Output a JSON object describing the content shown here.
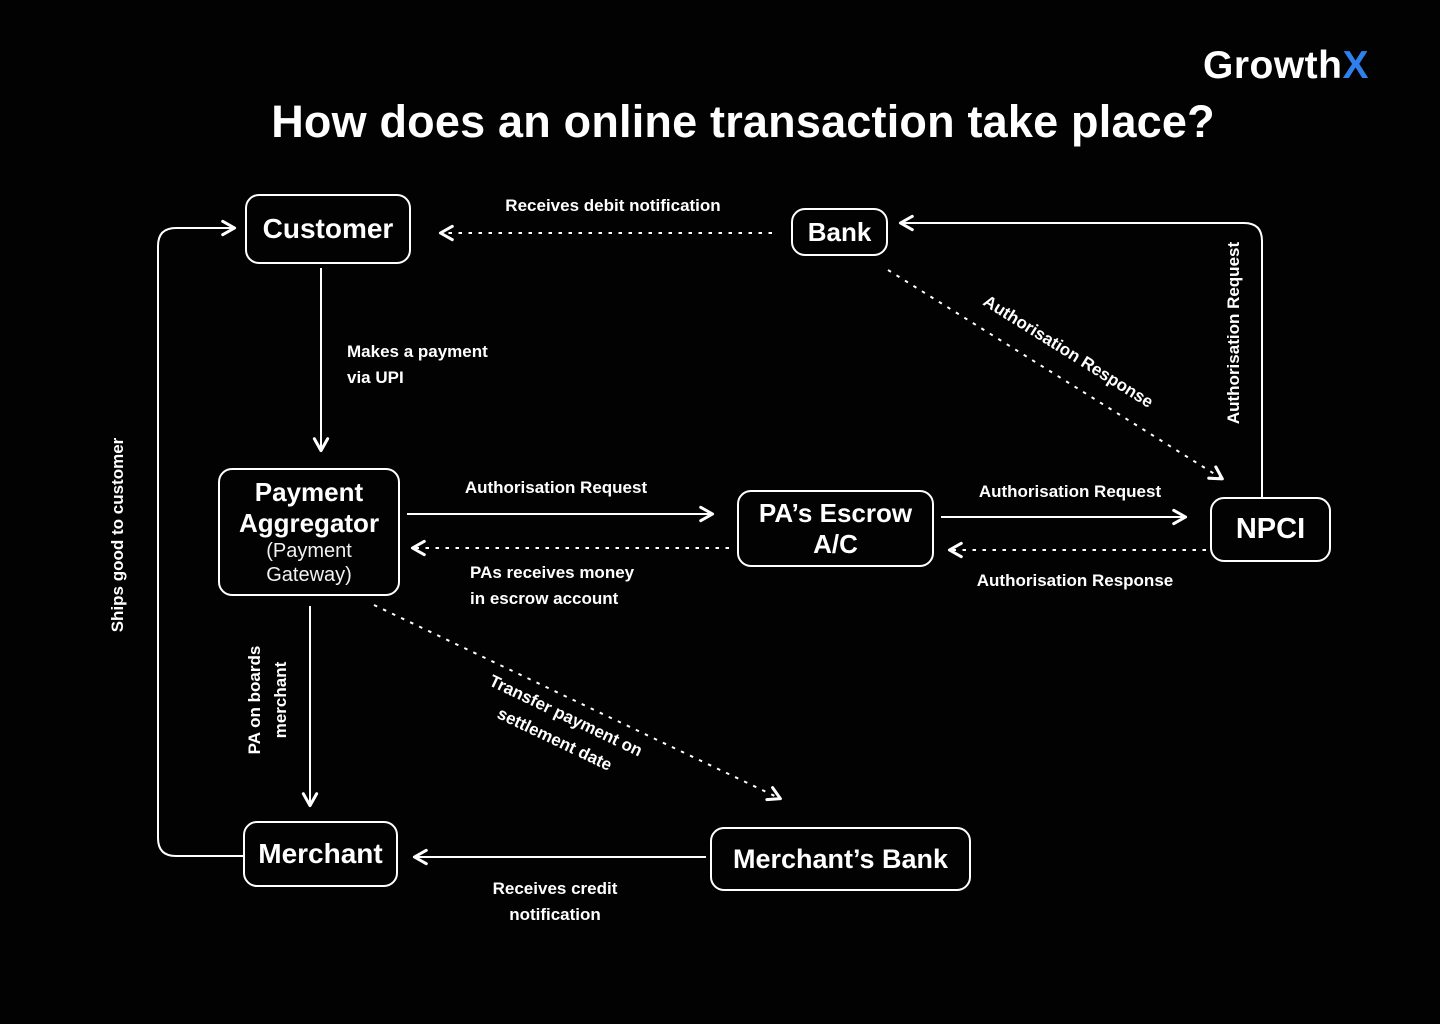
{
  "header": {
    "logo_growth": "Growth",
    "logo_x": "X",
    "title": "How does an online transaction take place?"
  },
  "colors": {
    "background": "#020202",
    "foreground": "#FFFFFF",
    "accent_blue": "#2F80ED"
  },
  "nodes": {
    "customer": "Customer",
    "bank": "Bank",
    "payment_aggregator_title": "Payment\nAggregator",
    "payment_aggregator_subtitle": "(Payment\nGateway)",
    "pa_escrow": "PA’s Escrow\nA/C",
    "npci": "NPCI",
    "merchant": "Merchant",
    "merchants_bank": "Merchant’s Bank"
  },
  "edges": {
    "receives_debit_notification": "Receives debit notification",
    "makes_payment_via_upi": "Makes a payment\nvia UPI",
    "ships_good_to_customer": "Ships good to customer",
    "authorisation_request_pa_to_escrow": "Authorisation Request",
    "pas_receives_money": "PAs receives money\nin escrow account",
    "authorisation_request_escrow_to_npci": "Authorisation Request",
    "authorisation_response_npci_to_escrow": "Authorisation Response",
    "authorisation_request_npci_to_bank": "Authorisation Request",
    "authorisation_response_bank_to_npci": "Authorisation Response",
    "pa_on_boards_merchant": "PA on boards\nmerchant",
    "transfer_payment_on_settlement_date": "Transfer payment on\nsettlement date",
    "receives_credit_notification": "Receives credit\nnotification"
  }
}
